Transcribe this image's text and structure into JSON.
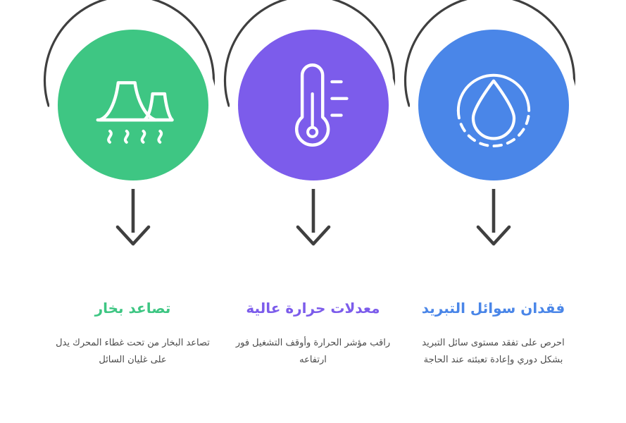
{
  "page": {
    "background": "#ffffff",
    "direction": "rtl",
    "arrow_color": "#3f3f3f",
    "ring_color": "#3f3f3f"
  },
  "columns": [
    {
      "id": "coolant-loss",
      "icon_name": "water-drop-icon",
      "accent": "#4a86e8",
      "heading": "فقدان سوائل التبريد",
      "body": "احرص على تفقد مستوى سائل التبريد بشكل دوري وإعادة تعبئته عند الحاجة"
    },
    {
      "id": "high-temperature",
      "icon_name": "thermometer-icon",
      "accent": "#7c5ceb",
      "heading": "معدلات حرارة عالية",
      "body": "راقب مؤشر الحرارة وأوقف التشغيل فور ارتفاعه"
    },
    {
      "id": "steam-emission",
      "icon_name": "cooling-tower-icon",
      "accent": "#3ec683",
      "heading": "تصاعد بخار",
      "body": "تصاعد البخار من تحت غطاء المحرك يدل على غليان السائل"
    }
  ]
}
